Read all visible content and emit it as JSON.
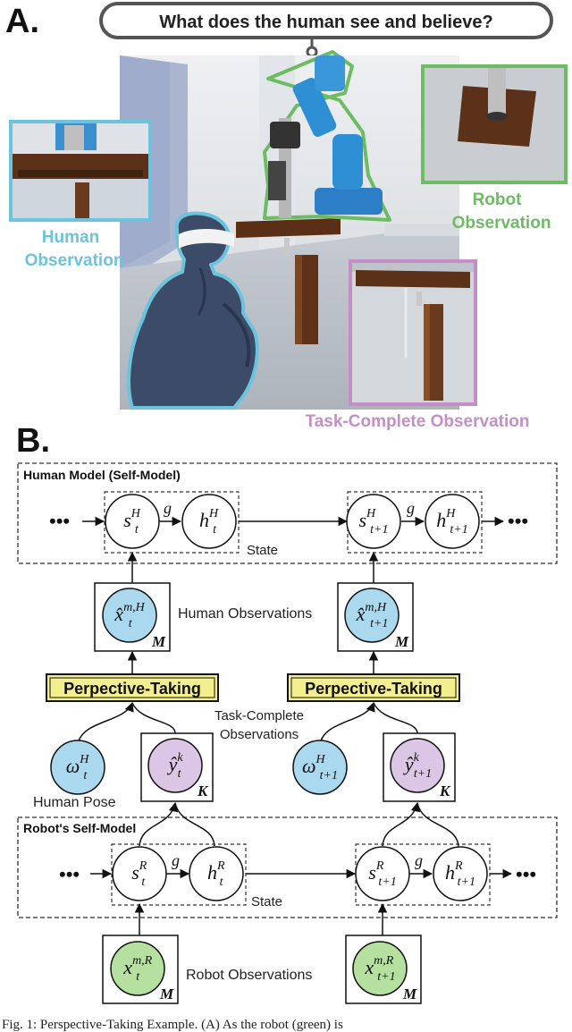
{
  "panel_a": {
    "label": "A.",
    "question": "What does the human see and believe?",
    "human_observation": [
      "Human",
      "Observation"
    ],
    "robot_observation": [
      "Robot",
      "Observation"
    ],
    "task_complete_observation": "Task-Complete Observation"
  },
  "panel_b": {
    "label": "B.",
    "human_model_title": "Human Model (Self-Model)",
    "robot_model_title": "Robot's Self-Model",
    "state": "State",
    "state_lower": "State",
    "human_observations": "Human Observations",
    "task_complete": [
      "Task-Complete",
      "Observations"
    ],
    "human_pose": "Human Pose",
    "robot_observations": "Robot Observations",
    "perspective_taking": "Perpective-Taking",
    "ellipsis": "•••",
    "g": "g",
    "plate_M": "M",
    "plate_K": "K",
    "nodes": {
      "sH_t": {
        "base": "s",
        "sup": "H",
        "sub": "t"
      },
      "hH_t": {
        "base": "h",
        "sup": "H",
        "sub": "t"
      },
      "sH_t1": {
        "base": "s",
        "sup": "H",
        "sub": "t+1"
      },
      "hH_t1": {
        "base": "h",
        "sup": "H",
        "sub": "t+1"
      },
      "xH_t": {
        "base": "x̂",
        "sup": "m,H",
        "sub": "t"
      },
      "xH_t1": {
        "base": "x̂",
        "sup": "m,H",
        "sub": "t+1"
      },
      "w_t": {
        "base": "ω",
        "sup": "H",
        "sub": "t"
      },
      "w_t1": {
        "base": "ω",
        "sup": "H",
        "sub": "t+1"
      },
      "y_t": {
        "base": "ŷ",
        "sup": "k",
        "sub": "t"
      },
      "y_t1": {
        "base": "ŷ",
        "sup": "k",
        "sub": "t+1"
      },
      "sR_t": {
        "base": "s",
        "sup": "R",
        "sub": "t"
      },
      "hR_t": {
        "base": "h",
        "sup": "R",
        "sub": "t"
      },
      "sR_t1": {
        "base": "s",
        "sup": "R",
        "sub": "t+1"
      },
      "hR_t1": {
        "base": "h",
        "sup": "R",
        "sub": "t+1"
      },
      "xR_t": {
        "base": "x",
        "sup": "m,R",
        "sub": "t"
      },
      "xR_t1": {
        "base": "x",
        "sup": "m,R",
        "sub": "t+1"
      }
    }
  },
  "caption": "Fig. 1: Perspective-Taking Example. (A) As the robot (green) is",
  "colors": {
    "human_cyan": "#6cc3dc",
    "robot_green": "#6dbb63",
    "task_purple": "#c48fc7",
    "node_blue": "#aad8ee",
    "node_green": "#b5e0a0",
    "node_purple": "#dcc6e6",
    "pt_yellow": "#f4ef8e"
  }
}
